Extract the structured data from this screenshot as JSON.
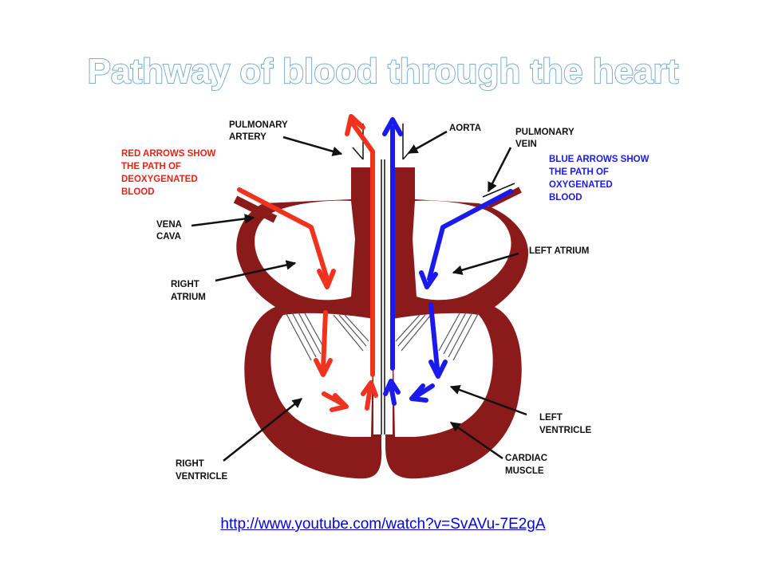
{
  "title": "Pathway of blood through the heart",
  "labels": {
    "red_note": [
      "RED ARROWS SHOW",
      "THE PATH OF",
      "DEOXYGENATED",
      "BLOOD"
    ],
    "blue_note": [
      "BLUE ARROWS SHOW",
      "THE PATH OF",
      "OXYGENATED",
      "BLOOD"
    ],
    "pulmonary_artery": [
      "PULMONARY",
      "ARTERY"
    ],
    "aorta": [
      "AORTA"
    ],
    "pulmonary_vein": [
      "PULMONARY",
      "VEIN"
    ],
    "vena_cava": [
      "VENA",
      "CAVA"
    ],
    "left_atrium": [
      "LEFT ATRIUM"
    ],
    "right_atrium": [
      "RIGHT",
      "ATRIUM"
    ],
    "left_ventricle": [
      "LEFT",
      "VENTRICLE"
    ],
    "cardiac_muscle": [
      "CARDIAC",
      "MUSCLE"
    ],
    "right_ventricle": [
      "RIGHT",
      "VENTRICLE"
    ]
  },
  "link": "http://www.youtube.com/watch?v=SvAVu-7E2gA",
  "colors": {
    "title_fill": "#ffffff",
    "title_stroke": "#7aaed3",
    "muscle": "#8b1a1a",
    "deoxygenated": "#f0321e",
    "oxygenated": "#1a1aee",
    "link": "#0000ee"
  }
}
